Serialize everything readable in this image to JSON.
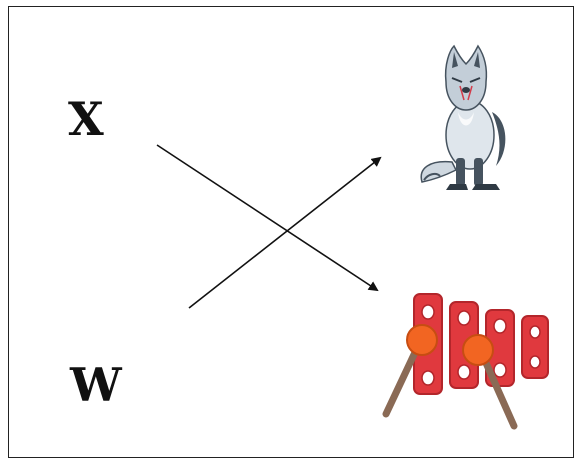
{
  "letters": {
    "x": "X",
    "w": "W"
  },
  "images": {
    "top": "wolf-illustration",
    "bottom": "xylophone-illustration"
  },
  "colors": {
    "line": "#111111",
    "frame": "#222222",
    "xylophone_bar": "#e0393e",
    "mallet": "#f26522",
    "mallet_stick": "#8a6a55",
    "wolf_body": "#b9c6d2",
    "wolf_dark": "#46535f"
  }
}
